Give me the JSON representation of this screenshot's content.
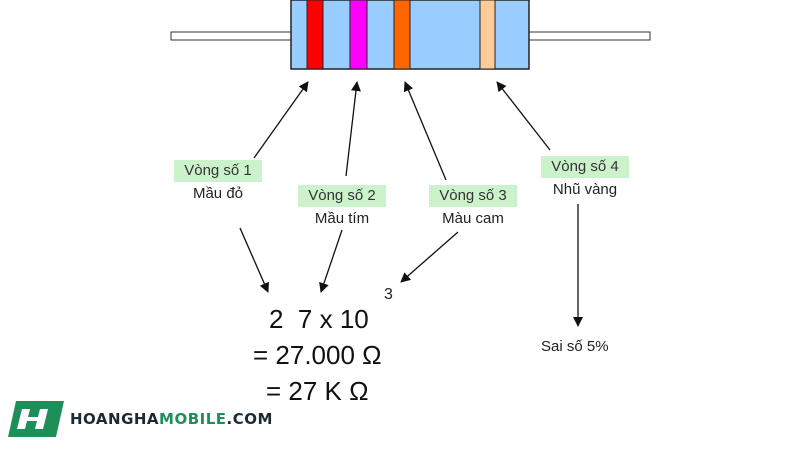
{
  "colors": {
    "resistor_body": "#99ccff",
    "band1": "#ff0000",
    "band2": "#ff00ff",
    "band3": "#ff6600",
    "band4": "#ffcc99",
    "label_highlight": "#ccf2cc",
    "brand_dark": "#1b2a35",
    "brand_green": "#1f8f5a"
  },
  "rings": [
    {
      "title": "Vòng số 1",
      "desc": "Mầu đỏ"
    },
    {
      "title": "Vòng số 2",
      "desc": "Mầu tím"
    },
    {
      "title": "Vòng số 3",
      "desc": "Màu cam"
    },
    {
      "title": "Vòng số 4",
      "desc": "Nhũ vàng"
    }
  ],
  "formula": {
    "line1": "2  7 x 10",
    "exponent": "3",
    "line2": "= 27.000 Ω",
    "line3": "= 27 K Ω"
  },
  "tolerance": "Sai số 5%",
  "brand": {
    "part1": "HOANGHA",
    "part2": "MOBILE",
    "part3": ".COM"
  }
}
